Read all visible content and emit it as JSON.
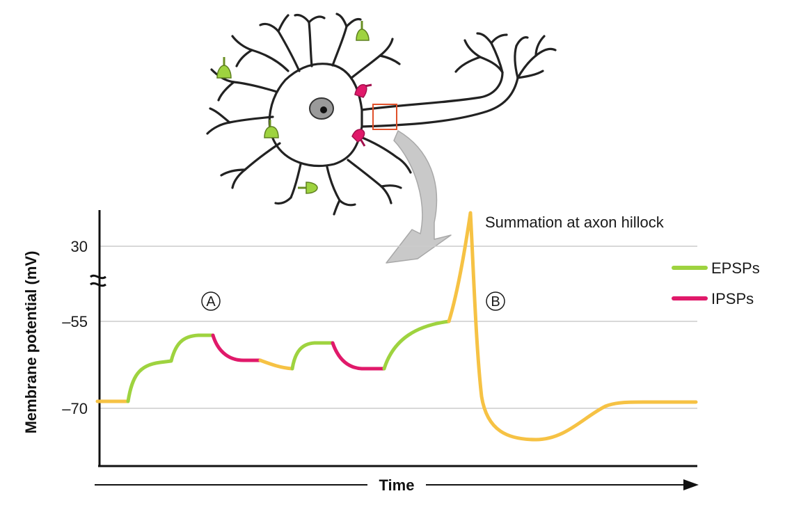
{
  "figure": {
    "annotation": "Summation at axon hillock",
    "marker_a": "A",
    "marker_b": "B",
    "y_axis_title": "Membrane potential (mV)",
    "x_axis_title": "Time",
    "tick_labels": [
      "30",
      "–55",
      "–70"
    ]
  },
  "legend": {
    "items": [
      {
        "label": "EPSPs",
        "color": "#9ed33f"
      },
      {
        "label": "IPSPs",
        "color": "#e0196a"
      }
    ]
  },
  "colors": {
    "epsp": "#9ed33f",
    "ipsp": "#e0196a",
    "neutral": "#f6c244",
    "gridline": "#cccccc",
    "axis": "#111111",
    "highlight_box": "#e0502a",
    "arrow_fill": "#c9c9c9",
    "nucleus": "#9a9a9a"
  },
  "chart_data": {
    "type": "line",
    "title": "Summation at axon hillock",
    "xlabel": "Time",
    "ylabel": "Membrane potential (mV)",
    "y_ticks": [
      30,
      -55,
      -70
    ],
    "y_axis_break": true,
    "grid": true,
    "legend_position": "right",
    "series": [
      {
        "name": "EPSPs",
        "color": "#9ed33f"
      },
      {
        "name": "IPSPs",
        "color": "#e0196a"
      }
    ]
  }
}
